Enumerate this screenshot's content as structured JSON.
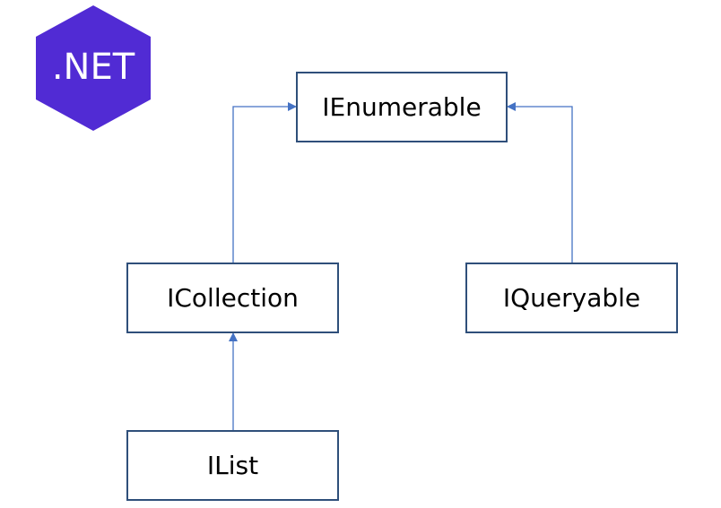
{
  "logo": {
    "text": ".NET",
    "color": "#512bd4"
  },
  "diagram": {
    "nodes": {
      "ienumerable": "IEnumerable",
      "icollection": "ICollection",
      "iqueryable": "IQueryable",
      "ilist": "IList"
    },
    "edges": [
      {
        "from": "ICollection",
        "to": "IEnumerable"
      },
      {
        "from": "IQueryable",
        "to": "IEnumerable"
      },
      {
        "from": "IList",
        "to": "ICollection"
      }
    ],
    "edge_color": "#4472c4",
    "box_border_color": "#2f4f7a"
  }
}
